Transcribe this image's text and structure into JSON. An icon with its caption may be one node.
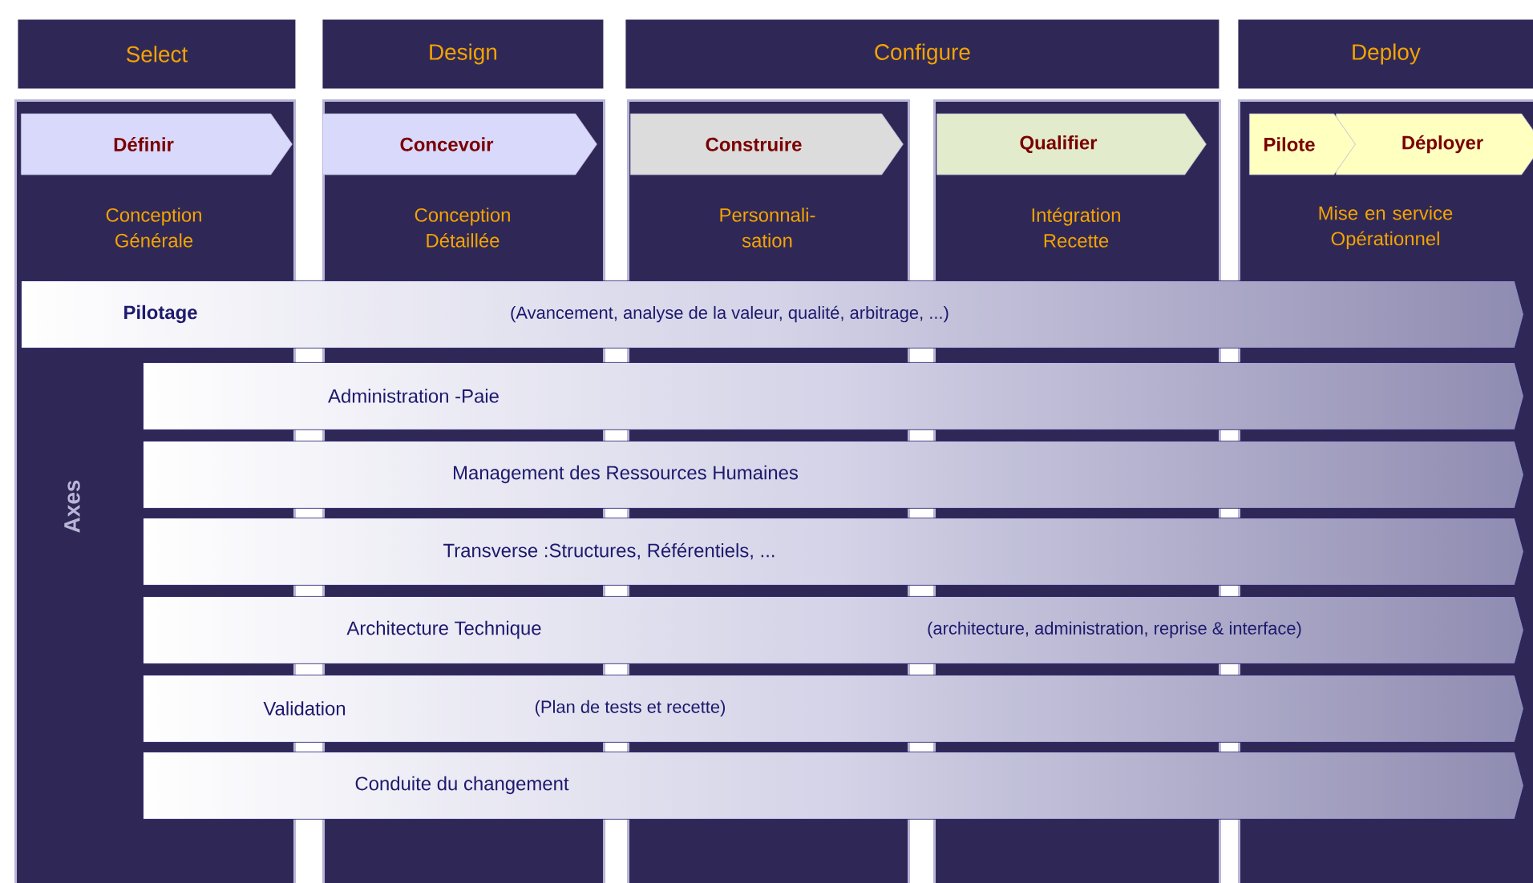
{
  "diagram": {
    "nodes": [
      {
        "text": [
          "Select"
        ]
      },
      {
        "text": [
          "Design"
        ]
      },
      {
        "text": [
          "Configure"
        ]
      },
      {
        "text": [
          "Deploy"
        ]
      },
      {
        "text": [
          "Conception Générale"
        ]
      },
      {
        "text": [
          "Définir"
        ],
        "in": 4
      },
      {
        "text": [
          "Conception Détaillée"
        ]
      },
      {
        "text": [
          "Concevoir"
        ],
        "in": 6
      },
      {
        "text": [
          "Personnali- sation"
        ]
      },
      {
        "text": [
          "Construire"
        ],
        "in": 8
      },
      {
        "text": [
          "Intégration Recette"
        ]
      },
      {
        "text": [
          "Qualifier"
        ],
        "in": 10
      },
      {
        "text": [
          "Mise en service Opérationnel"
        ]
      },
      {
        "text": [
          "Pilote"
        ],
        "in": 12
      },
      {
        "text": [
          "Déployer"
        ],
        "in": 12
      },
      {
        "text": [
          "Pilotage",
          "(Avancement, analyse de la valeur, qualité, arbitrage, ...)"
        ]
      },
      {
        "text": [
          "Administration -Paie"
        ]
      },
      {
        "text": [
          "Management des Ressources Humaines"
        ]
      },
      {
        "text": [
          "Transverse :Structures, Référentiels, ..."
        ]
      },
      {
        "text": [
          "Architecture Technique",
          "(architecture, administration, reprise & interface)"
        ]
      },
      {
        "text": [
          "Validation",
          "(Plan de tests et recette)"
        ]
      },
      {
        "text": [
          "Conduite du changement"
        ]
      }
    ],
    "labels": [
      "Axes"
    ]
  }
}
